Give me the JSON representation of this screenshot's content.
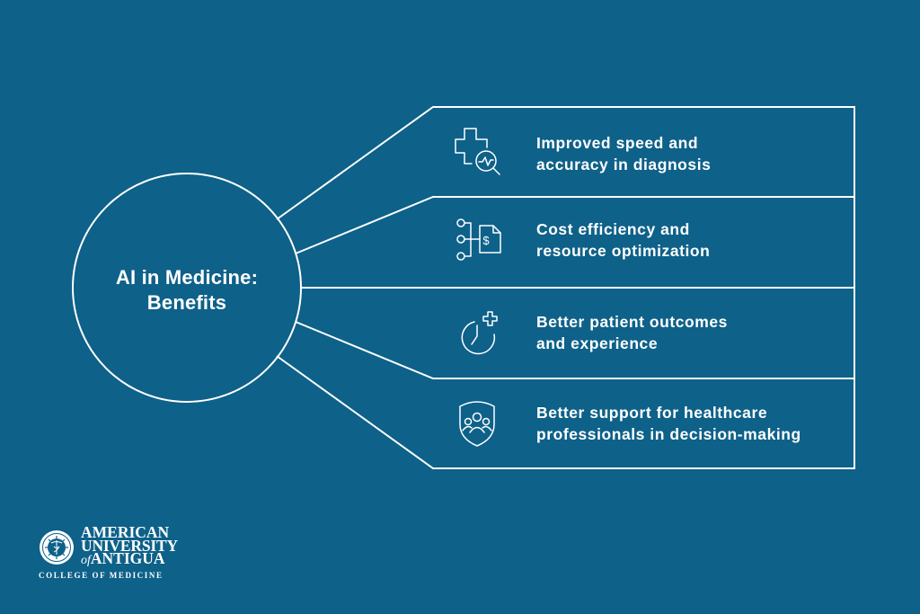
{
  "colors": {
    "background": "#0E6189",
    "foreground": "#FFFFFF"
  },
  "hub": {
    "title_line1": "AI in Medicine:",
    "title_line2": "Benefits"
  },
  "benefits": [
    {
      "icon": "medical-cross-magnifier-pulse-icon",
      "line1": "Improved speed and",
      "line2": "accuracy in diagnosis"
    },
    {
      "icon": "network-nodes-dollar-document-icon",
      "line1": "Cost efficiency and",
      "line2": "resource optimization"
    },
    {
      "icon": "clock-plus-icon",
      "line1": "Better patient outcomes",
      "line2": "and experience"
    },
    {
      "icon": "shield-people-icon",
      "line1": "Better support for healthcare",
      "line2": "professionals in decision-making"
    }
  ],
  "logo": {
    "line1": "AMERICAN",
    "line2": "UNIVERSITY",
    "line3_prefix": "of",
    "line3": "ANTIGUA",
    "line4": "COLLEGE OF MEDICINE"
  }
}
